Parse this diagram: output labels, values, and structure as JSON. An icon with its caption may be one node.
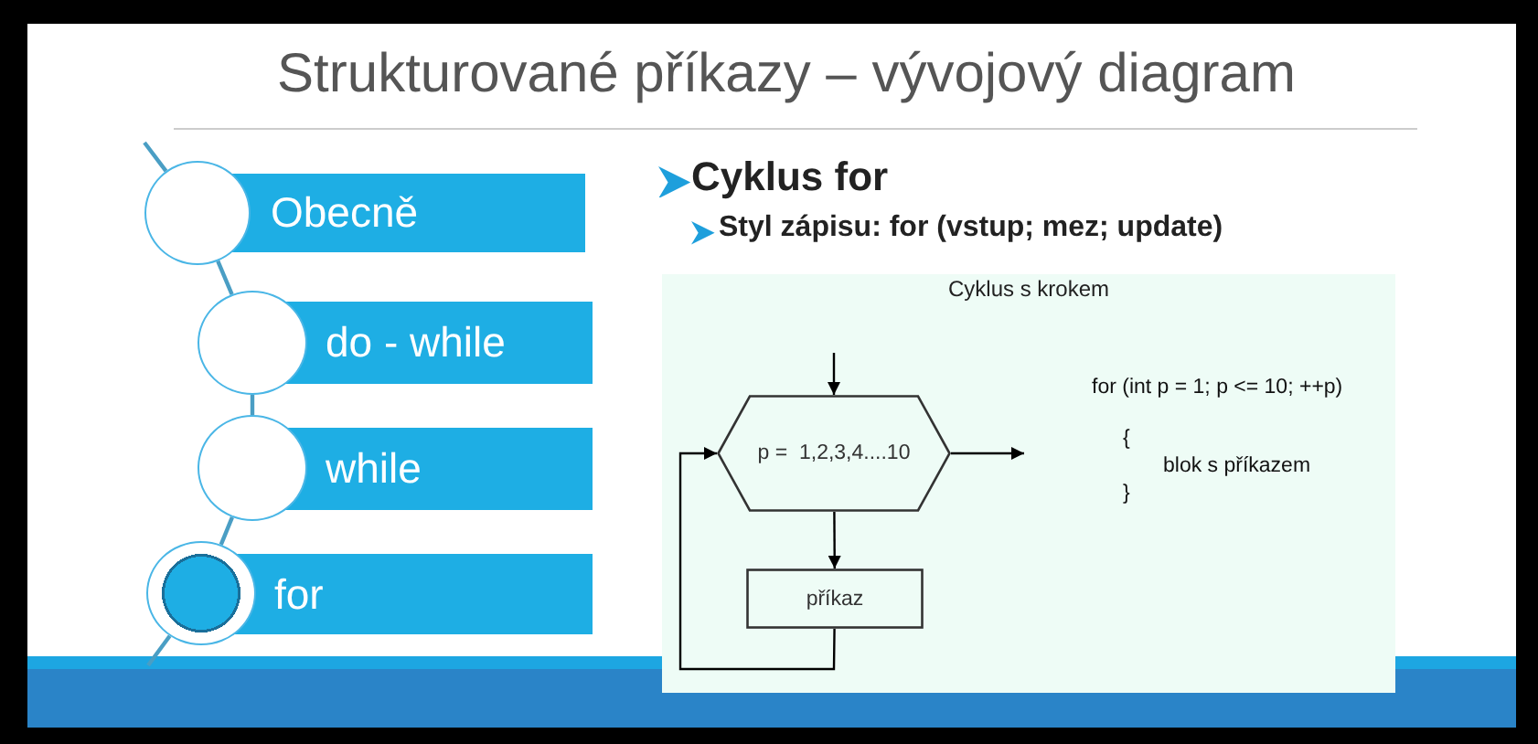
{
  "diagram": {
    "title": "Strukturované příkazy – vývojový diagram",
    "nodes": [
      {
        "text": [
          "Obecně"
        ]
      },
      {
        "text": [
          "do - while"
        ]
      },
      {
        "text": [
          "while"
        ]
      },
      {
        "text": [
          "for"
        ]
      },
      {
        "text": [],
        "shape": "circle"
      },
      {
        "text": [],
        "shape": "circle"
      },
      {
        "text": [],
        "shape": "circle"
      },
      {
        "text": [],
        "shape": "circle"
      },
      {
        "text": [
          "Cyklus s krokem"
        ]
      },
      {
        "text": [
          "p =  1,2,3,4....10"
        ],
        "in": 8
      },
      {
        "text": [
          "příkaz"
        ],
        "in": 8
      }
    ],
    "edges": [
      {
        "from": null,
        "to": 4,
        "arrow": "none"
      },
      {
        "from": 4,
        "to": 5,
        "arrow": "none"
      },
      {
        "from": 5,
        "to": 6,
        "arrow": "none"
      },
      {
        "from": 6,
        "to": 7,
        "arrow": "none"
      },
      {
        "from": 7,
        "to": null,
        "arrow": "none"
      },
      {
        "from": null,
        "to": 9,
        "arrow": "to",
        "color": "#000000"
      },
      {
        "from": 9,
        "to": null,
        "arrow": "to",
        "color": "#000000"
      },
      {
        "from": 9,
        "to": 10,
        "arrow": "to",
        "color": "#000000"
      },
      {
        "from": 10,
        "to": 9,
        "arrow": "to",
        "color": "#000000"
      }
    ],
    "labels": [
      "Cyklus for",
      "Styl zápisu: for (vstup; mez; update)",
      "for (int p = 1; p <= 10; ++p)",
      "{",
      "blok s příkazem",
      "}"
    ]
  }
}
